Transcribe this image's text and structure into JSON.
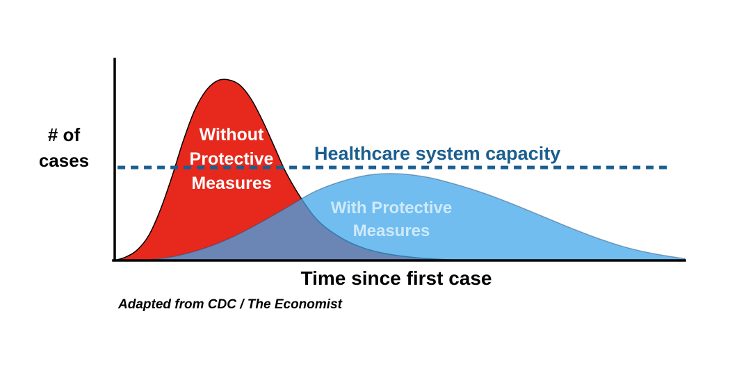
{
  "chart": {
    "y_axis_label": [
      "# of",
      "cases"
    ],
    "x_axis_label": "Time since first case",
    "capacity_label": "Healthcare system capacity",
    "red_label": [
      "Without",
      "Protective",
      "Measures"
    ],
    "blue_label": [
      "With Protective",
      "Measures"
    ],
    "attribution": "Adapted from CDC / The Economist"
  },
  "colors": {
    "red_fill": "#e7281c",
    "blue_fill": "rgba(64,166,235,0.74)",
    "blue_label_text": "#cfe9fb",
    "capacity": "#1b5e8f",
    "axis": "#000000",
    "background": "#ffffff"
  },
  "chart_data": {
    "type": "area",
    "title": "",
    "xlabel": "Time since first case",
    "ylabel": "# of cases",
    "x_units": "relative time since first case (0-100, unlabeled axis)",
    "y_units": "cases as % of no-measures peak (unlabeled axis)",
    "grid": false,
    "legend_position": "labels drawn on curves",
    "xlim": [
      0,
      100
    ],
    "ylim": [
      0,
      100
    ],
    "series": [
      {
        "name": "Without Protective Measures",
        "color": "#e7281c",
        "points": [
          [
            0,
            0
          ],
          [
            2,
            2
          ],
          [
            4,
            6
          ],
          [
            6,
            14
          ],
          [
            8,
            28
          ],
          [
            10,
            46
          ],
          [
            12,
            66
          ],
          [
            14,
            83
          ],
          [
            16,
            94
          ],
          [
            18,
            99.5
          ],
          [
            20,
            100
          ],
          [
            22,
            97
          ],
          [
            24,
            89
          ],
          [
            26,
            77
          ],
          [
            28,
            63
          ],
          [
            30,
            49
          ],
          [
            33,
            33
          ],
          [
            36,
            21
          ],
          [
            40,
            12
          ],
          [
            44,
            6.5
          ],
          [
            48,
            3.5
          ],
          [
            52,
            1.8
          ],
          [
            56,
            0.8
          ],
          [
            60,
            0.3
          ],
          [
            65,
            0
          ]
        ]
      },
      {
        "name": "With Protective Measures",
        "color": "#7ec2f0",
        "points": [
          [
            5,
            0
          ],
          [
            10,
            2
          ],
          [
            15,
            6
          ],
          [
            20,
            12
          ],
          [
            25,
            20
          ],
          [
            30,
            29
          ],
          [
            35,
            38
          ],
          [
            40,
            44
          ],
          [
            45,
            47.5
          ],
          [
            50,
            48
          ],
          [
            55,
            46
          ],
          [
            60,
            42
          ],
          [
            65,
            37
          ],
          [
            70,
            31
          ],
          [
            75,
            24.5
          ],
          [
            80,
            18
          ],
          [
            85,
            12
          ],
          [
            90,
            7
          ],
          [
            95,
            3.5
          ],
          [
            100,
            1
          ]
        ]
      }
    ],
    "capacity_line": {
      "label": "Healthcare system capacity",
      "y_pct": 51.5,
      "x_start": 0.5,
      "x_end": 97.5,
      "style": "dashed"
    }
  }
}
